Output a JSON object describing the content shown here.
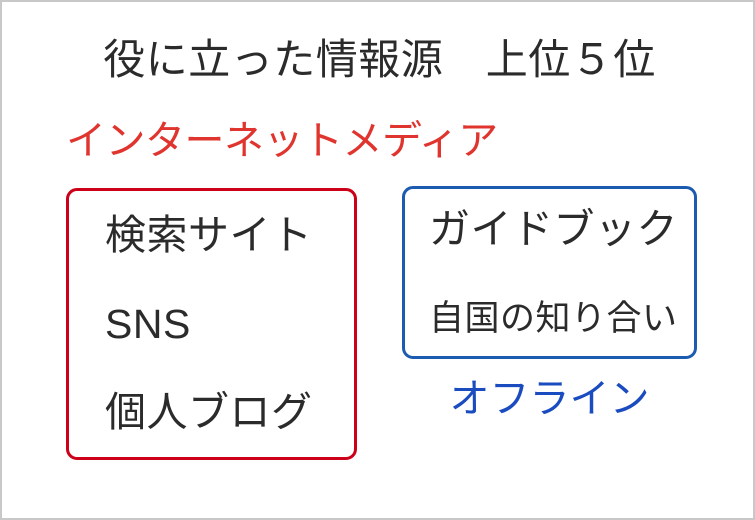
{
  "slide": {
    "title": "役に立った情報源　上位５位",
    "background_color": "#ffffff",
    "frame_color": "#c8c8c8",
    "title_color": "#2b2b2b"
  },
  "groups": [
    {
      "key": "online",
      "label": "インターネットメディア",
      "label_position": "above",
      "accent_color": "#e0342e",
      "border_color": "#cc0019",
      "items": [
        {
          "text": "検索サイト",
          "emphasis": "large"
        },
        {
          "text": "SNS",
          "emphasis": "large"
        },
        {
          "text": "個人ブログ",
          "emphasis": "large"
        }
      ]
    },
    {
      "key": "offline",
      "label": "オフライン",
      "label_position": "below",
      "accent_color": "#1a4cc0",
      "border_color": "#1c5cb0",
      "items": [
        {
          "text": "ガイドブック",
          "emphasis": "large"
        },
        {
          "text": "自国の知り合い",
          "emphasis": "medium"
        }
      ]
    }
  ]
}
